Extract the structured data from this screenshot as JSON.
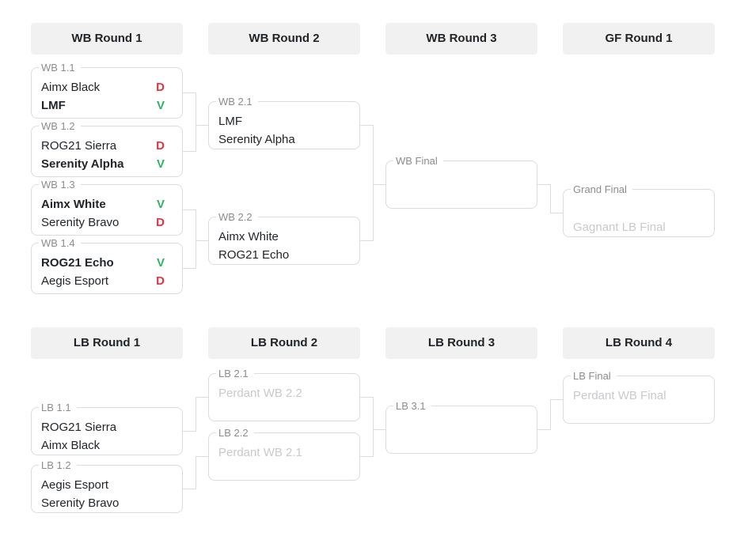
{
  "colors": {
    "win": "#2eb263",
    "loss": "#dc3545",
    "border": "#dcdcdc",
    "header_background": "#f1f1f1",
    "legend_text": "#8c8c8c",
    "placeholder_text": "#c9c9ce",
    "team_text": "#212529"
  },
  "winners_bracket": {
    "headers": [
      "WB Round 1",
      "WB Round 2",
      "WB Round 3",
      "GF Round 1"
    ],
    "matches": [
      {
        "id": "WB 1.1",
        "slot1": {
          "name": "Aimx Black",
          "result": "D"
        },
        "slot2": {
          "name": "LMF",
          "result": "V"
        }
      },
      {
        "id": "WB 1.2",
        "slot1": {
          "name": "ROG21 Sierra",
          "result": "D"
        },
        "slot2": {
          "name": "Serenity Alpha",
          "result": "V"
        }
      },
      {
        "id": "WB 1.3",
        "slot1": {
          "name": "Aimx White",
          "result": "V"
        },
        "slot2": {
          "name": "Serenity Bravo",
          "result": "D"
        }
      },
      {
        "id": "WB 1.4",
        "slot1": {
          "name": "ROG21 Echo",
          "result": "V"
        },
        "slot2": {
          "name": "Aegis Esport",
          "result": "D"
        }
      },
      {
        "id": "WB 2.1",
        "slot1": {
          "name": "LMF"
        },
        "slot2": {
          "name": "Serenity Alpha"
        }
      },
      {
        "id": "WB 2.2",
        "slot1": {
          "name": "Aimx White"
        },
        "slot2": {
          "name": "ROG21 Echo"
        }
      },
      {
        "id": "WB Final",
        "slot1": {
          "name": ""
        },
        "slot2": {
          "name": ""
        }
      },
      {
        "id": "Grand Final",
        "slot1": {
          "name": ""
        },
        "slot2": {
          "name": "Gagnant LB Final"
        }
      }
    ]
  },
  "losers_bracket": {
    "headers": [
      "LB Round 1",
      "LB Round 2",
      "LB Round 3",
      "LB Round 4"
    ],
    "matches": [
      {
        "id": "LB 1.1",
        "slot1": {
          "name": "ROG21 Sierra"
        },
        "slot2": {
          "name": "Aimx Black"
        }
      },
      {
        "id": "LB 1.2",
        "slot1": {
          "name": "Aegis Esport"
        },
        "slot2": {
          "name": "Serenity Bravo"
        }
      },
      {
        "id": "LB 2.1",
        "slot1": {
          "name": "Perdant WB 2.2"
        },
        "slot2": {
          "name": ""
        }
      },
      {
        "id": "LB 2.2",
        "slot1": {
          "name": "Perdant WB 2.1"
        },
        "slot2": {
          "name": ""
        }
      },
      {
        "id": "LB 3.1",
        "slot1": {
          "name": ""
        },
        "slot2": {
          "name": ""
        }
      },
      {
        "id": "LB Final",
        "slot1": {
          "name": "Perdant WB Final"
        },
        "slot2": {
          "name": ""
        }
      }
    ]
  }
}
